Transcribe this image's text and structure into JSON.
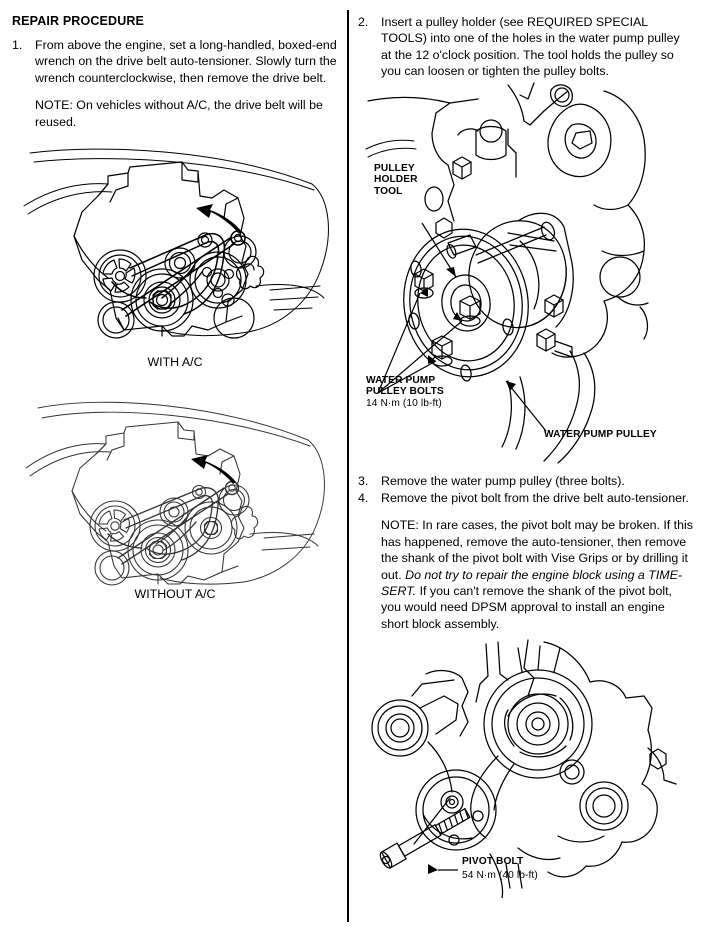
{
  "left_column": {
    "section_title": "REPAIR PROCEDURE",
    "steps": [
      {
        "number": "1.",
        "text": "From above the engine, set a long-handled, boxed-end wrench on the drive belt auto-tensioner. Slowly turn the wrench counterclockwise, then remove the drive belt.",
        "note": "NOTE: On vehicles without A/C, the drive belt will be reused."
      }
    ],
    "figures": [
      {
        "caption": "WITH A/C"
      },
      {
        "caption": "WITHOUT A/C"
      }
    ]
  },
  "right_column": {
    "steps": [
      {
        "number": "2.",
        "text": "Insert a pulley holder (see REQUIRED SPECIAL TOOLS) into one of the holes in the water pump pulley at the 12 o'clock position. The tool holds the pulley so you can loosen or tighten the pulley bolts."
      },
      {
        "number": "3.",
        "text": "Remove the water pump pulley (three bolts)."
      },
      {
        "number": "4.",
        "text": "Remove the pivot bolt from the drive belt auto-tensioner.",
        "note_lead": "NOTE: In rare cases, the pivot bolt may be broken. If this has happened, remove the auto-tensioner, then remove the shank of the pivot bolt with Vise Grips or by drilling it out. ",
        "note_italic": "Do not try to repair the engine block using a TIME-SERT.",
        "note_tail": " If you can't remove the shank of the pivot bolt, you would need DPSM approval to install an engine short block assembly."
      }
    ],
    "callouts": {
      "pulley_holder_tool": "PULLEY\nHOLDER\nTOOL",
      "water_pump_pulley_bolts": "WATER PUMP\nPULLEY BOLTS",
      "water_pump_pulley_bolts_torque": "14 N·m (10 lb-ft)",
      "water_pump_pulley": "WATER PUMP PULLEY",
      "pivot_bolt": "PIVOT BOLT",
      "pivot_bolt_torque": "54 N·m (40 lb-ft)"
    }
  },
  "colors": {
    "ink": "#000000",
    "paper": "#ffffff",
    "line_light": "#555555"
  }
}
